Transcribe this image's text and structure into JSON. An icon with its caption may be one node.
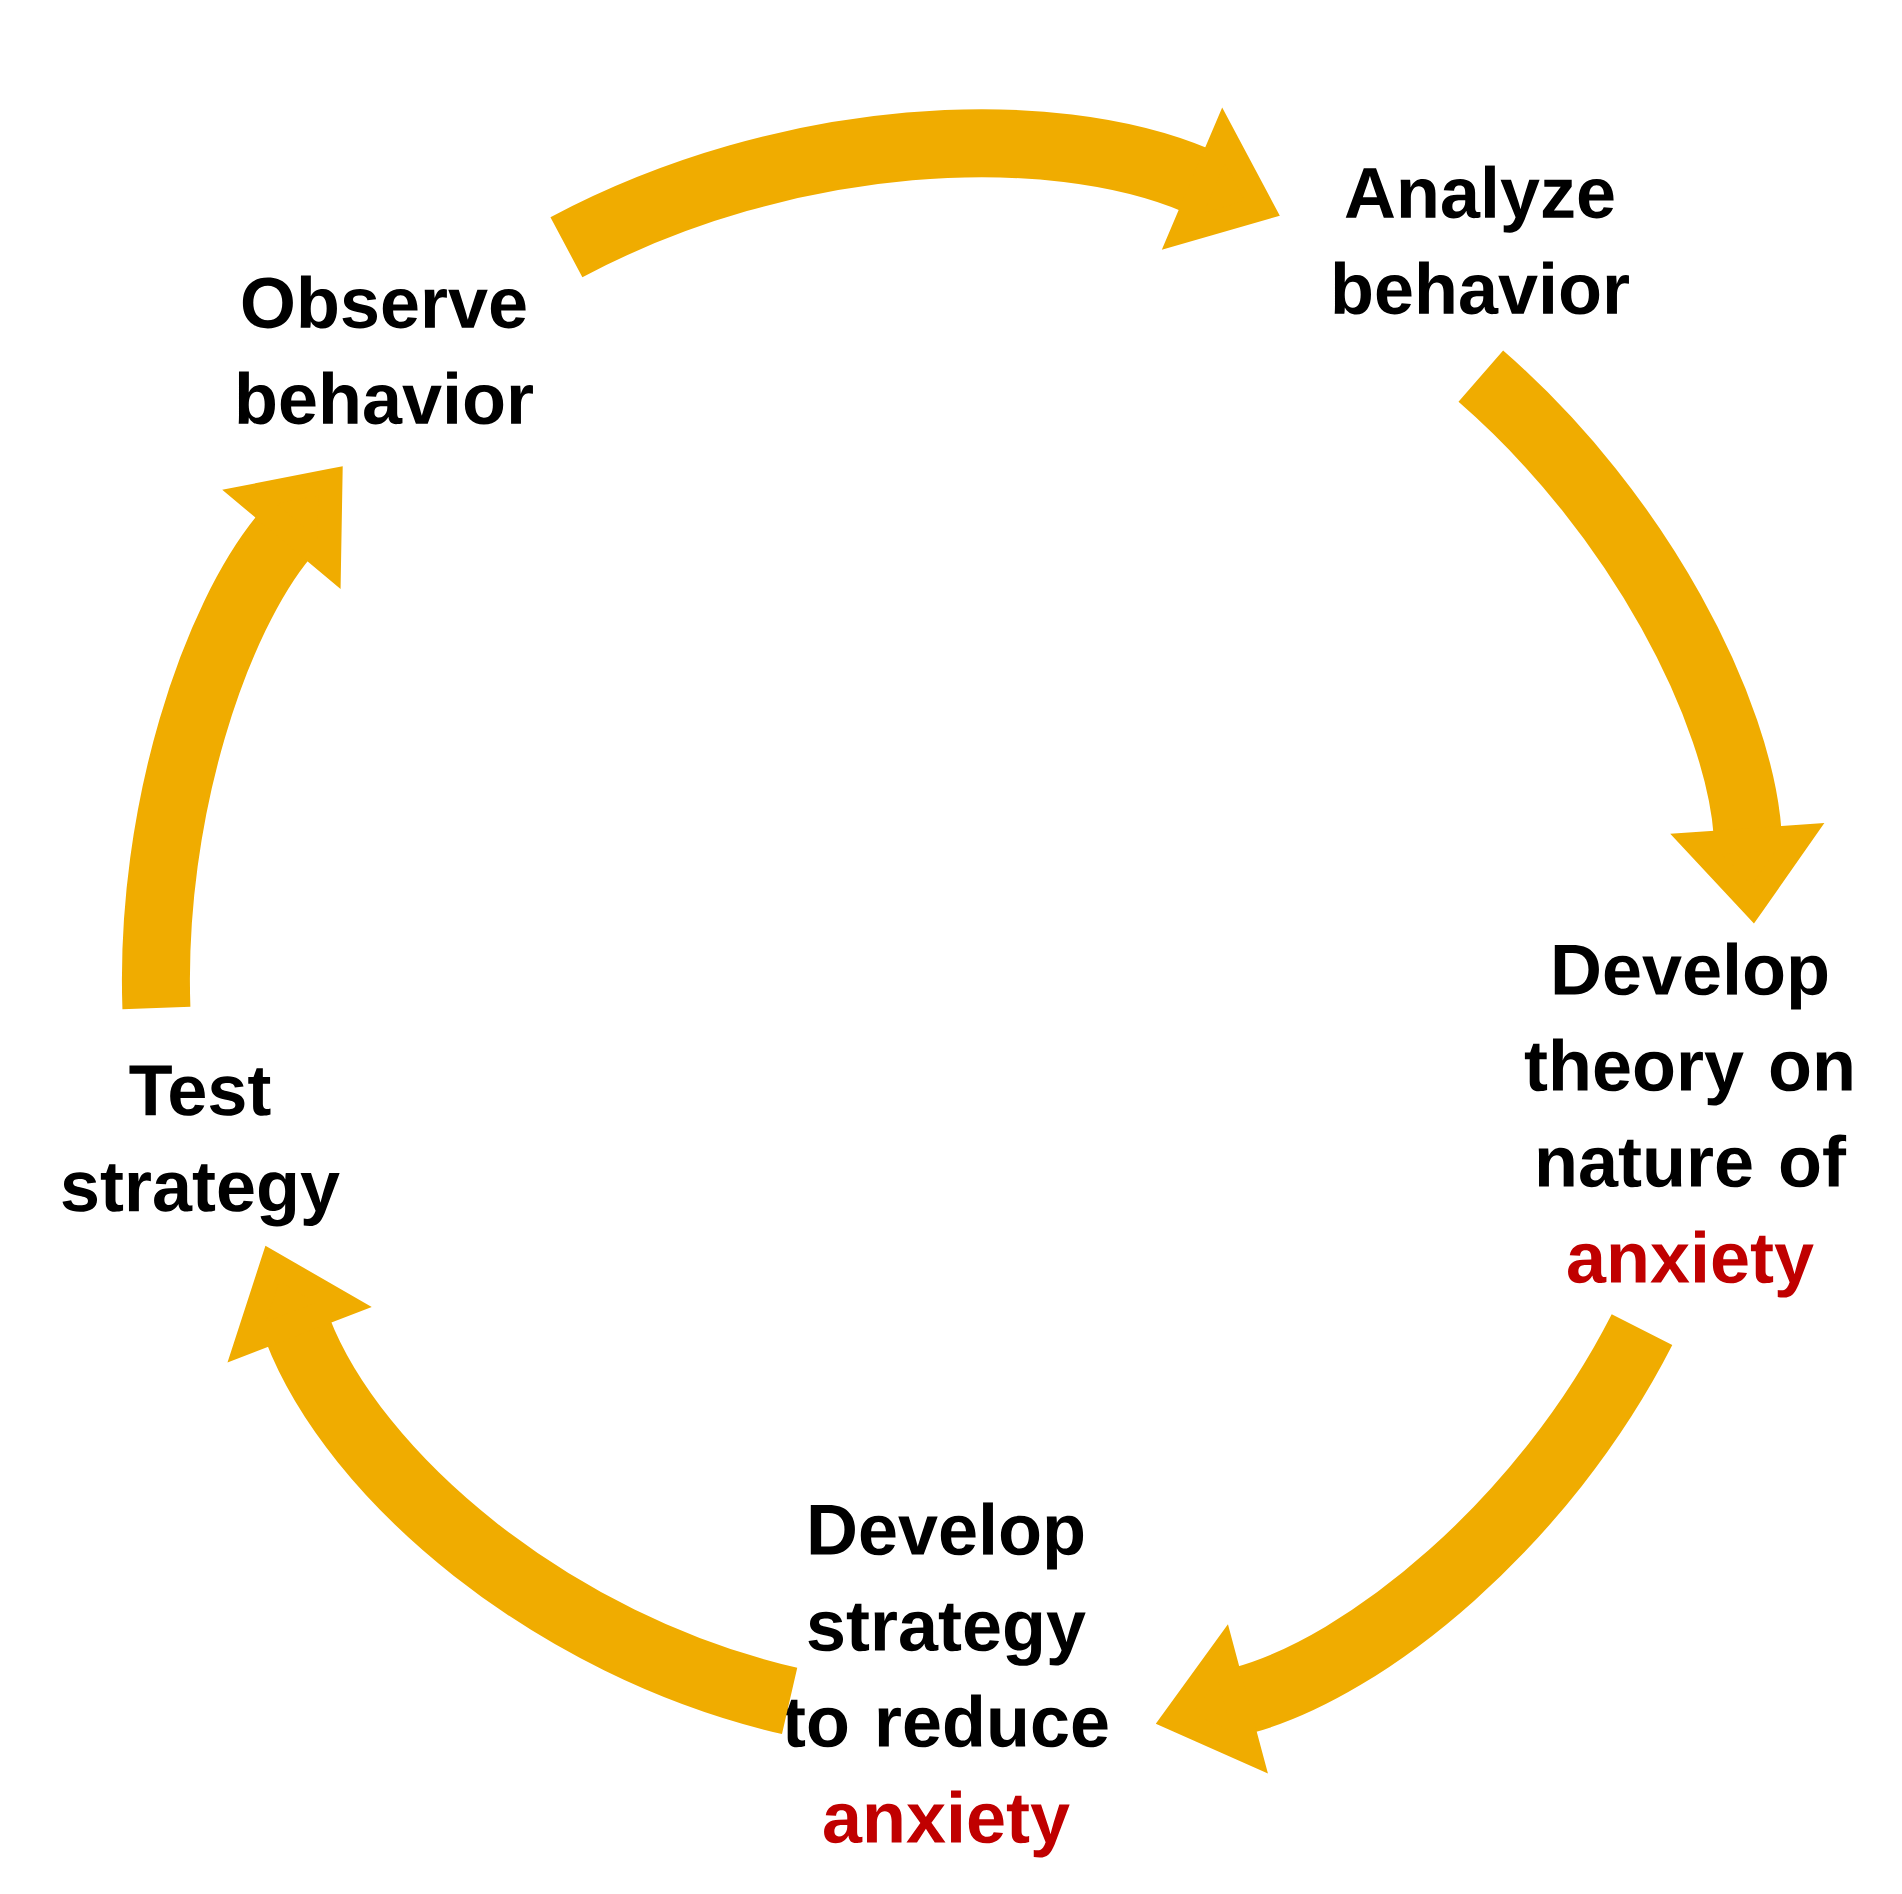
{
  "diagram": {
    "nodes": [
      {
        "text": [
          "Observe behavior"
        ]
      },
      {
        "text": [
          "Analyze behavior"
        ]
      },
      {
        "text": [
          "Develop theory on nature of",
          "anxiety"
        ]
      },
      {
        "text": [
          "Develop strategy to reduce",
          "anxiety"
        ]
      },
      {
        "text": [
          "Test strategy"
        ]
      }
    ],
    "edges": [
      {
        "from": 0,
        "to": 1,
        "arrow": "to"
      },
      {
        "from": 1,
        "to": 2,
        "arrow": "to"
      },
      {
        "from": 2,
        "to": 3,
        "arrow": "to"
      },
      {
        "from": 3,
        "to": 4,
        "arrow": "to"
      },
      {
        "from": 4,
        "to": 0,
        "arrow": "to"
      }
    ]
  }
}
